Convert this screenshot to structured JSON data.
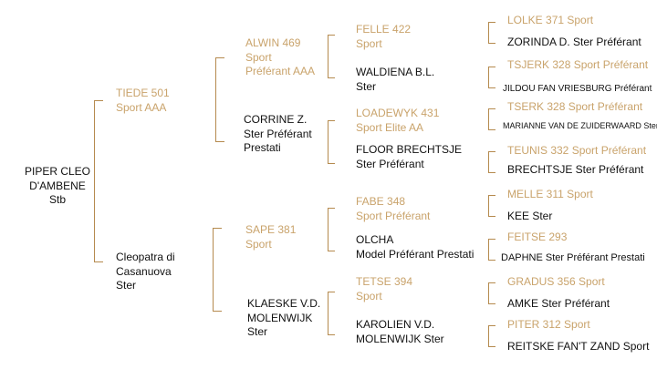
{
  "colors": {
    "sire": "#c9a36b",
    "dam": "#111111",
    "bracket": "#b58a4e"
  },
  "root": {
    "lines": [
      "PIPER CLEO",
      "D'AMBENE",
      "Stb"
    ]
  },
  "gen1": {
    "sire": {
      "lines": [
        "TIEDE 501",
        "Sport AAA"
      ]
    },
    "dam": {
      "lines": [
        "Cleopatra di",
        "Casanuova",
        "Ster"
      ]
    }
  },
  "gen2": [
    {
      "lines": [
        "ALWIN 469",
        "Sport",
        "Préférant AAA"
      ]
    },
    {
      "lines": [
        "CORRINE Z.",
        "Ster Préférant",
        "Prestati"
      ]
    },
    {
      "lines": [
        "SAPE 381",
        "Sport"
      ]
    },
    {
      "lines": [
        "KLAESKE V.D.",
        "MOLENWIJK",
        "Ster"
      ]
    }
  ],
  "gen3": [
    {
      "lines": [
        "FELLE 422",
        "Sport"
      ]
    },
    {
      "lines": [
        "WALDIENA B.L.",
        "Ster"
      ]
    },
    {
      "lines": [
        "LOADEWYK 431",
        "Sport Elite AA"
      ]
    },
    {
      "lines": [
        "FLOOR BRECHTSJE",
        "Ster Préférant"
      ]
    },
    {
      "lines": [
        "FABE 348",
        "Sport Préférant"
      ]
    },
    {
      "lines": [
        "OLCHA",
        "Model Préférant Prestati"
      ]
    },
    {
      "lines": [
        "TETSE 394",
        "Sport"
      ]
    },
    {
      "lines": [
        "KAROLIEN V.D.",
        "MOLENWIJK Ster"
      ]
    }
  ],
  "gen4": [
    "LOLKE 371 Sport",
    "ZORINDA D. Ster Préférant",
    "TSJERK 328 Sport Préférant",
    "JILDOU FAN VRIESBURG Préférant",
    "TSERK 328 Sport Préférant",
    "MARIANNE VAN DE ZUIDERWAARD Ster",
    "TEUNIS 332 Sport Préférant",
    "BRECHTSJE Ster Préférant",
    "MELLE 311 Sport",
    "KEE Ster",
    "FEITSE 293",
    "DAPHNE Ster Préférant Prestati",
    "GRADUS 356 Sport",
    "AMKE Ster Préférant",
    "PITER 312 Sport",
    "REITSKE FAN'T ZAND Sport"
  ]
}
